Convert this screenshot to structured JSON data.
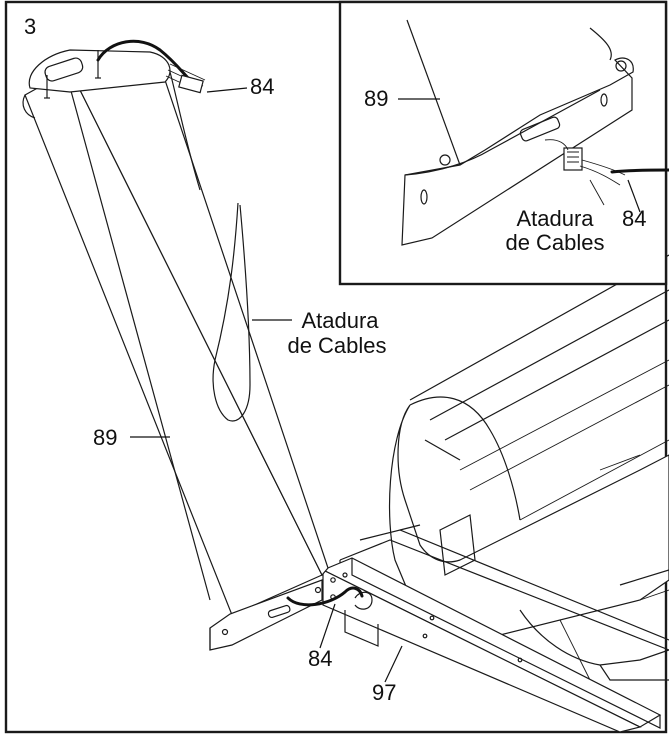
{
  "step_number": "3",
  "main": {
    "part_upright": "89",
    "part_wire": "84",
    "part_wire_bottom": "84",
    "part_base": "97",
    "wire_tie_line1": "Atadura",
    "wire_tie_line2": "de Cables"
  },
  "inset": {
    "part_upright": "89",
    "part_wire": "84",
    "wire_tie_line1": "Atadura",
    "wire_tie_line2": "de Cables"
  }
}
